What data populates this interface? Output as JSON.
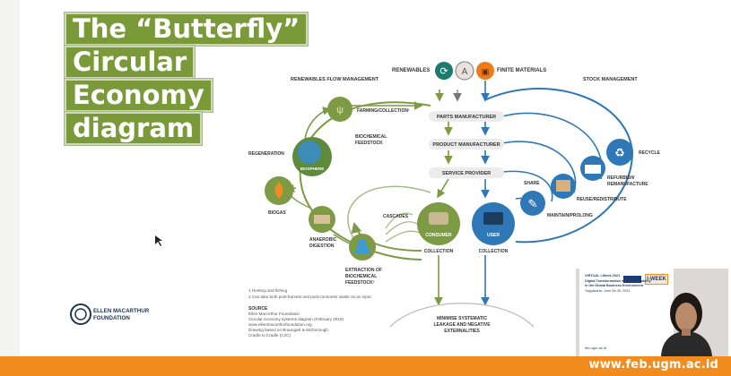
{
  "slide": {
    "title_lines": [
      "The “Butterfly”",
      "Circular",
      "Economy",
      "diagram"
    ]
  },
  "diagram": {
    "top_labels": {
      "renewables": "RENEWABLES",
      "finite_materials": "FINITE MATERIALS"
    },
    "left_header": "RENEWABLES FLOW MANAGEMENT",
    "right_header": "STOCK MANAGEMENT",
    "center_boxes": [
      "PARTS MANUFACTURER",
      "PRODUCT MANUFACTURER",
      "SERVICE PROVIDER"
    ],
    "consumer": "CONSUMER",
    "user": "USER",
    "collection": "COLLECTION",
    "cascades": "CASCADES",
    "farming": "FARMING/COLLECTION¹",
    "biochemical_feedstock": [
      "BIOCHEMICAL",
      "FEEDSTOCK"
    ],
    "regeneration": "REGENERATION",
    "biosphere": "BIOSPHERE",
    "biogas": "BIOGAS",
    "anaerobic": [
      "ANAEROBIC",
      "DIGESTION"
    ],
    "extraction": [
      "EXTRACTION OF",
      "BIOCHEMICAL",
      "FEEDSTOCK²"
    ],
    "share": "SHARE",
    "maintain": "MAINTAIN/PROLONG",
    "reuse": "REUSE/REDISTRIBUTE",
    "refurbish": [
      "REFURBISH/",
      "REMANUFACTURE"
    ],
    "recycle": "RECYCLE",
    "minimise": [
      "MINIMISE SYSTEMATIC",
      "LEAKAGE AND NEGATIVE",
      "EXTERNALITIES"
    ],
    "footnotes": [
      "1 Hunting and fishing",
      "2 Can take both post-harvest and post-consumer waste as an input"
    ],
    "source_title": "SOURCE",
    "source_lines": [
      "Ellen MacArthur Foundation",
      "Circular economy systems diagram (February 2019)",
      "www.ellenmacarthurfoundation.org",
      "Drawing based on Braungart & McDonough,",
      "Cradle to Cradle (C2C)"
    ],
    "logo_lines": [
      "ELLEN MACARTHUR",
      "FOUNDATION"
    ]
  },
  "video": {
    "thumb_lines": [
      "VIRTUAL I-Week 2021",
      "Digital Transformation and Sustainability",
      "in the Global Business Environment",
      "Yogyakarta, June 28-30, 2021"
    ],
    "thumb_badge": "I-WEEK",
    "thumb_footer": "feb.ugm.ac.id"
  },
  "footer": {
    "url": "www.feb.ugm.ac.id"
  },
  "colors": {
    "green": "#7d9a45",
    "blue": "#2f78b7",
    "orange_bar": "#f28c1e",
    "title_bg": "#7a9a3a"
  },
  "icons": [
    "wind-turbine-icon",
    "oil-rig-icon",
    "tractor-icon",
    "wheat-icon",
    "globe-icon",
    "flame-icon",
    "soil-icon",
    "flask-icon",
    "wrench-icon",
    "boxes-icon",
    "factory-icon",
    "recycle-icon",
    "cursor-icon"
  ]
}
